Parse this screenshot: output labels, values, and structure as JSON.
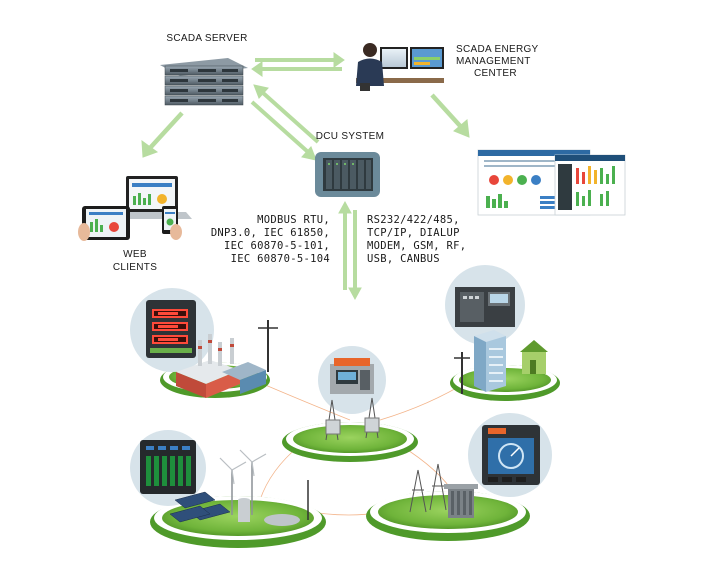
{
  "labels": {
    "scada_server": "SCADA SERVER",
    "scada_energy": [
      "SCADA ENERGY",
      "MANAGEMENT",
      "CENTER"
    ],
    "dcu_system": "DCU SYSTEM",
    "web_clients": [
      "WEB",
      "CLIENTS"
    ],
    "protocols_left": [
      "MODBUS RTU,",
      "DNP3.0, IEC 61850,",
      "IEC 60870-5-101,",
      "IEC 60870-5-104"
    ],
    "protocols_right": [
      "RS232/422/485,",
      "TCP/IP, DIALUP",
      "MODEM, GSM, RF,",
      "USB, CANBUS"
    ]
  },
  "dashboard": {
    "pie_colors": [
      "#e8463a",
      "#f2b32b",
      "#4bb04f",
      "#3b7fc4"
    ]
  },
  "colors": {
    "arrow": "#b7dca0",
    "platform": "#7ac143",
    "platform_dark": "#4f9a2a",
    "server": "#6b7a86",
    "device": "#2f3a3f"
  }
}
